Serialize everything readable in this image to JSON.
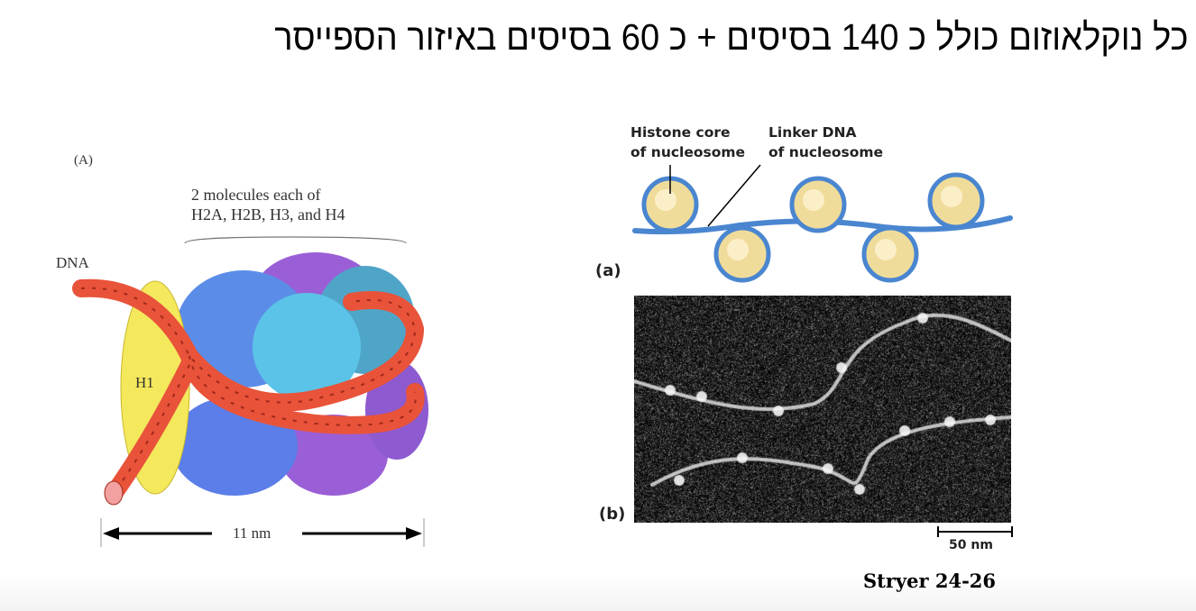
{
  "slide": {
    "title": "כל נוקלאוזום כולל כ 140 בסיסים + כ 60 בסיסים באיזור הספייסר",
    "credit": "Stryer 24-26"
  },
  "figure_left": {
    "panel_label": "(A)",
    "histone_caption_line1": "2 molecules each of",
    "histone_caption_line2": "H2A, H2B, H3, and H4",
    "dna_label": "DNA",
    "h1_label": "H1",
    "scale_label": "11 nm",
    "colors": {
      "dna": "#e8533a",
      "h1": "#f4e85c",
      "histone_blue": "#5b8de8",
      "histone_cyan": "#5cc3e8",
      "histone_purple": "#9a5fd6"
    }
  },
  "figure_right": {
    "label_core_line1": "Histone core",
    "label_core_line2": "of nucleosome",
    "label_linker_line1": "Linker DNA",
    "label_linker_line2": "of nucleosome",
    "panel_a": "(a)",
    "panel_b": "(b)",
    "scale_label": "50 nm",
    "colors": {
      "dna": "#4a86d0",
      "core": "#f0dc9a"
    }
  }
}
